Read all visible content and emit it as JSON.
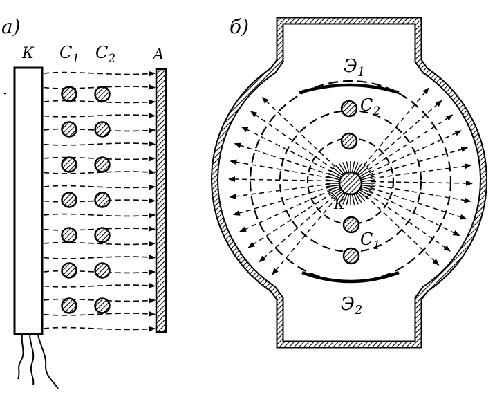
{
  "figure": {
    "panel_a": {
      "label": "а)",
      "cathode_label": "К",
      "grid1_label": "С",
      "grid1_sub": "1",
      "grid2_label": "С",
      "grid2_sub": "2",
      "anode_label": "А"
    },
    "panel_b": {
      "label": "б)",
      "screen1_label": "Э",
      "screen1_sub": "1",
      "screen2_label": "Э",
      "screen2_sub": "2",
      "grid2_label": "С",
      "grid2_sub": "2",
      "grid1_label": "С",
      "grid1_sub": "1",
      "cathode_label": "К"
    }
  },
  "colors": {
    "ink": "#000000",
    "paper": "#ffffff"
  }
}
